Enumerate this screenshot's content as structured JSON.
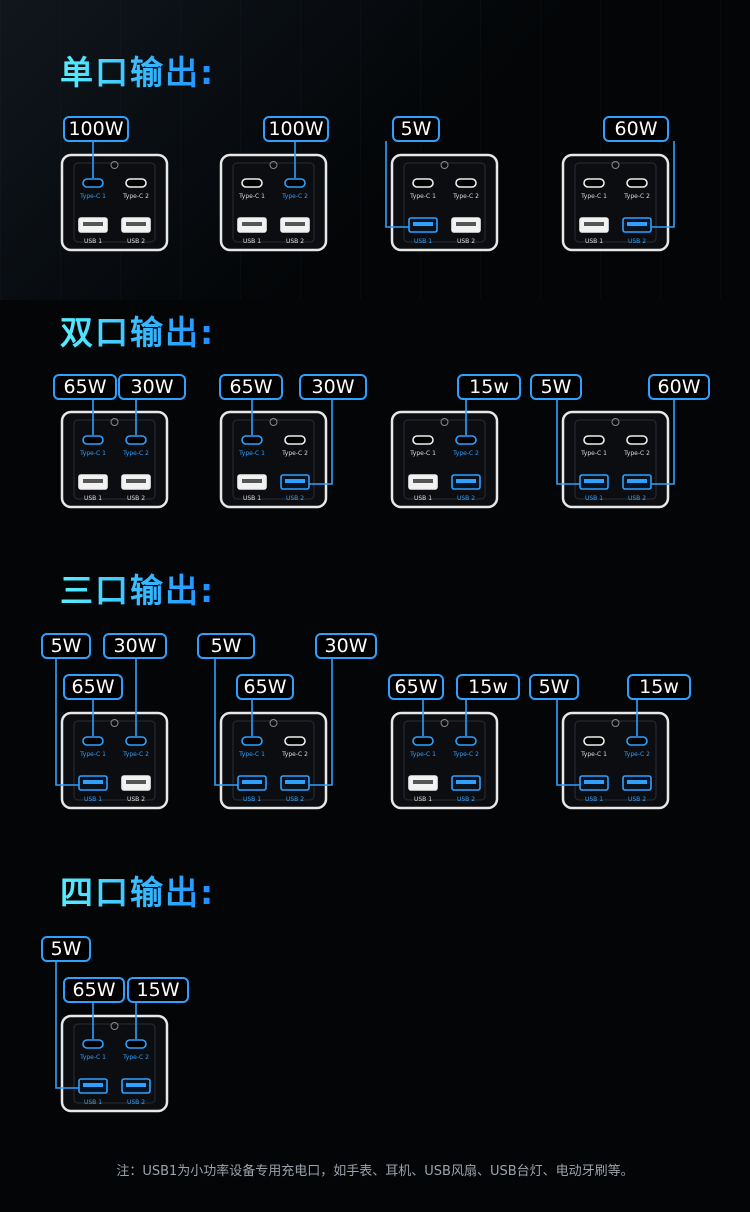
{
  "colors": {
    "accent": "#2ea1ff",
    "device_border": "#e8e8e8",
    "device_fill": "#0b0d10"
  },
  "port_labels": {
    "c1": "Type-C 1",
    "c2": "Type-C 2",
    "u1": "USB 1",
    "u2": "USB 2"
  },
  "sections": [
    {
      "title": "单口输出:",
      "diagrams": [
        {
          "active": [
            "c1"
          ],
          "labels": [
            {
              "port": "c1",
              "text": "100W"
            }
          ]
        },
        {
          "active": [
            "c2"
          ],
          "labels": [
            {
              "port": "c2",
              "text": "100W"
            }
          ]
        },
        {
          "active": [
            "u1"
          ],
          "labels": [
            {
              "port": "u1",
              "text": "5W"
            }
          ]
        },
        {
          "active": [
            "u2"
          ],
          "labels": [
            {
              "port": "u2",
              "text": "60W"
            }
          ]
        }
      ]
    },
    {
      "title": "双口输出:",
      "diagrams": [
        {
          "active": [
            "c1",
            "c2"
          ],
          "labels": [
            {
              "port": "c1",
              "text": "65W"
            },
            {
              "port": "c2",
              "text": "30W"
            }
          ]
        },
        {
          "active": [
            "c1",
            "u2"
          ],
          "labels": [
            {
              "port": "c1",
              "text": "65W"
            },
            {
              "port": "u2",
              "text": "30W"
            }
          ]
        },
        {
          "active": [
            "c2",
            "u2"
          ],
          "labels": [
            {
              "port": "c2",
              "text": "15w"
            }
          ]
        },
        {
          "active": [
            "u1",
            "u2"
          ],
          "labels": [
            {
              "port": "u1",
              "text": "5W"
            },
            {
              "port": "u2",
              "text": "60W"
            }
          ]
        }
      ]
    },
    {
      "title": "三口输出:",
      "diagrams": [
        {
          "active": [
            "c1",
            "c2",
            "u1"
          ],
          "labels": [
            {
              "port": "u1",
              "text": "5W"
            },
            {
              "port": "c2",
              "text": "30W"
            },
            {
              "port": "c1",
              "text": "65W"
            }
          ]
        },
        {
          "active": [
            "c1",
            "u1",
            "u2"
          ],
          "labels": [
            {
              "port": "u1",
              "text": "5W"
            },
            {
              "port": "u2",
              "text": "30W"
            },
            {
              "port": "c1",
              "text": "65W"
            }
          ]
        },
        {
          "active": [
            "c1",
            "c2",
            "u2"
          ],
          "labels": [
            {
              "port": "c1",
              "text": "65W"
            },
            {
              "port": "c2",
              "text": "15w"
            }
          ]
        },
        {
          "active": [
            "u1",
            "c2",
            "u2"
          ],
          "labels": [
            {
              "port": "u1",
              "text": "5W"
            },
            {
              "port": "c2",
              "text": "15w"
            }
          ]
        }
      ]
    },
    {
      "title": "四口输出:",
      "diagrams": [
        {
          "active": [
            "c1",
            "c2",
            "u1",
            "u2"
          ],
          "labels": [
            {
              "port": "u1",
              "text": "5W"
            },
            {
              "port": "c1",
              "text": "65W"
            },
            {
              "port": "c2",
              "text": "15W"
            }
          ]
        }
      ]
    }
  ],
  "footnote": "注：USB1为小功率设备专用充电口，如手表、耳机、USB风扇、USB台灯、电动牙刷等。"
}
